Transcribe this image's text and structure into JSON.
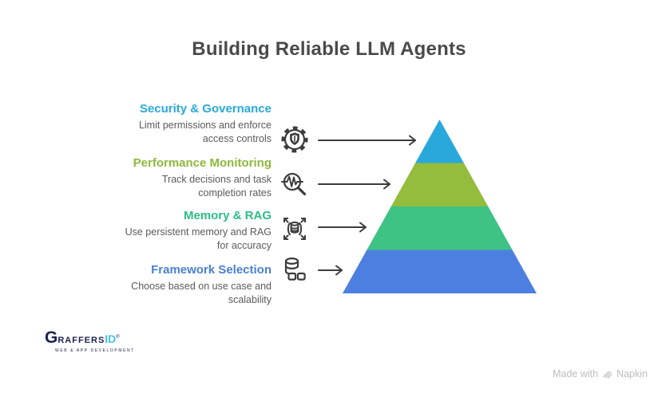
{
  "title": "Building Reliable LLM Agents",
  "levels": [
    {
      "heading": "Security & Governance",
      "description": "Limit permissions and enforce\naccess controls",
      "heading_color": "#29A9DB",
      "band_color": "#29A8DC",
      "icon": "shield-gear-icon"
    },
    {
      "heading": "Performance Monitoring",
      "description": "Track decisions and task\ncompletion rates",
      "heading_color": "#8DB93C",
      "band_color": "#94BC3D",
      "icon": "pulse-magnifier-icon"
    },
    {
      "heading": "Memory & RAG",
      "description": "Use persistent memory and RAG\nfor accuracy",
      "heading_color": "#2EBD85",
      "band_color": "#3EC384",
      "icon": "database-expand-icon"
    },
    {
      "heading": "Framework Selection",
      "description": "Choose based on use case and\nscalability",
      "heading_color": "#4A7FD4",
      "band_color": "#4D7FE0",
      "icon": "database-modules-icon"
    }
  ],
  "footer": {
    "logo": {
      "g": "G",
      "name": "RAFFERS",
      "suffix": "ID",
      "registered": "®",
      "tagline": "WEB & APP DEVELOPMENT",
      "navy": "#1B2150",
      "cyan": "#45C2E9"
    },
    "credit": {
      "prefix": "Made with",
      "brand": "Napkin"
    }
  },
  "colors": {
    "title": "#4A4A4A",
    "body_text": "#5B5B5B",
    "line_art": "#3C3C3C",
    "credit": "#BDBDBD"
  }
}
